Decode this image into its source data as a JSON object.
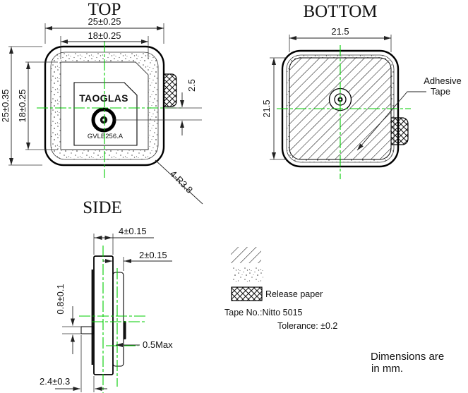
{
  "views": {
    "top": {
      "title": "TOP",
      "dim_outer_width": "25±0.25",
      "dim_patch_width": "18±0.25",
      "dim_outer_height": "25±0.35",
      "dim_patch_height": "18±0.25",
      "dim_feed_offset": "2.5",
      "dim_corner_radius": "4-R3.8",
      "logo": "TAOGLAS",
      "part_number": "GVLB256.A"
    },
    "bottom": {
      "title": "BOTTOM",
      "dim_tape_width": "21.5",
      "dim_tape_height": "21.5",
      "adhesive_label_line1": "Adhesive",
      "adhesive_label_line2": "Tape"
    },
    "side": {
      "title": "SIDE",
      "dim_body_thickness": "4±0.15",
      "dim_tape_thickness": "2±0.15",
      "dim_pin_diameter": "0.8±0.1",
      "dim_pin_protrusion": "0.5Max",
      "dim_pin_length": "2.4±0.3"
    }
  },
  "legend": {
    "release_paper_label": "Release paper",
    "tape_no": "Tape No.:Nitto 5015",
    "tolerance": "Tolerance: ±0.2"
  },
  "note": {
    "line1": "Dimensions are",
    "line2": "in mm."
  },
  "colors": {
    "centerline": "#00cc00",
    "line": "#000000",
    "background": "#ffffff"
  }
}
